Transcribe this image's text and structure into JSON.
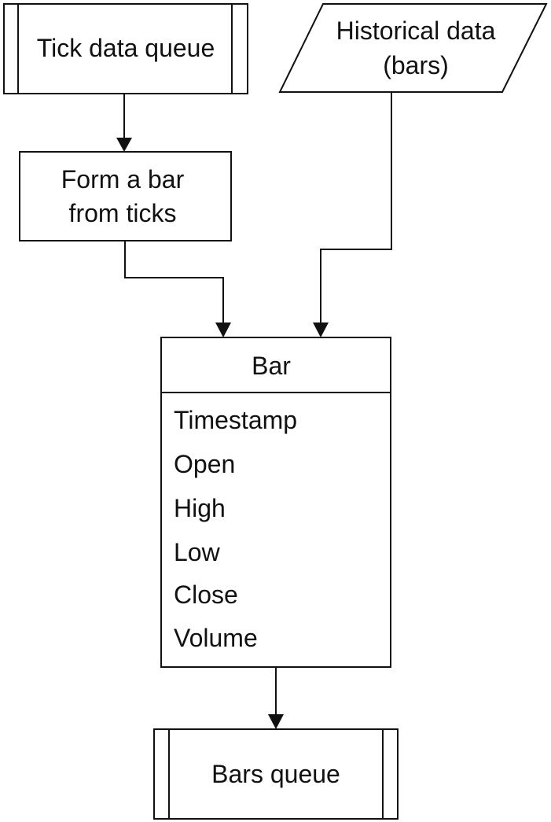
{
  "nodes": {
    "tick_queue": {
      "label": "Tick data queue"
    },
    "historical_data": {
      "line1": "Historical data",
      "line2": "(bars)"
    },
    "form_bar": {
      "line1": "Form a bar",
      "line2": "from ticks"
    },
    "bar": {
      "title": "Bar",
      "fields": [
        "Timestamp",
        "Open",
        "High",
        "Low",
        "Close",
        "Volume"
      ]
    },
    "bars_queue": {
      "label": "Bars queue"
    }
  },
  "colors": {
    "stroke": "#111111",
    "fill": "#ffffff",
    "text": "#111111"
  }
}
